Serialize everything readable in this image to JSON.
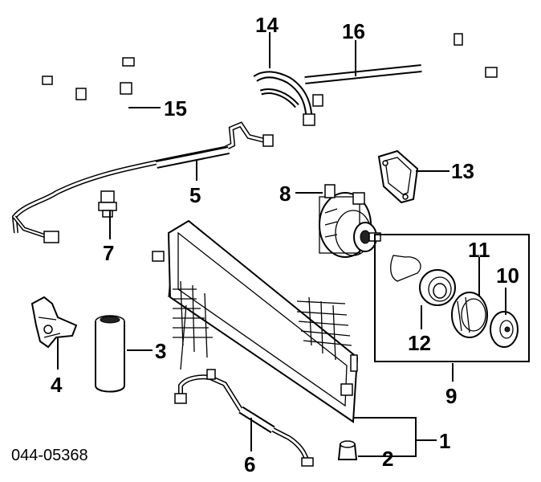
{
  "diagram_code": "044-05368",
  "labels": {
    "l1": "1",
    "l2": "2",
    "l3": "3",
    "l4": "4",
    "l5": "5",
    "l6": "6",
    "l7": "7",
    "l8": "8",
    "l9": "9",
    "l10": "10",
    "l11": "11",
    "l12": "12",
    "l13": "13",
    "l14": "14",
    "l15": "15",
    "l16": "16"
  }
}
